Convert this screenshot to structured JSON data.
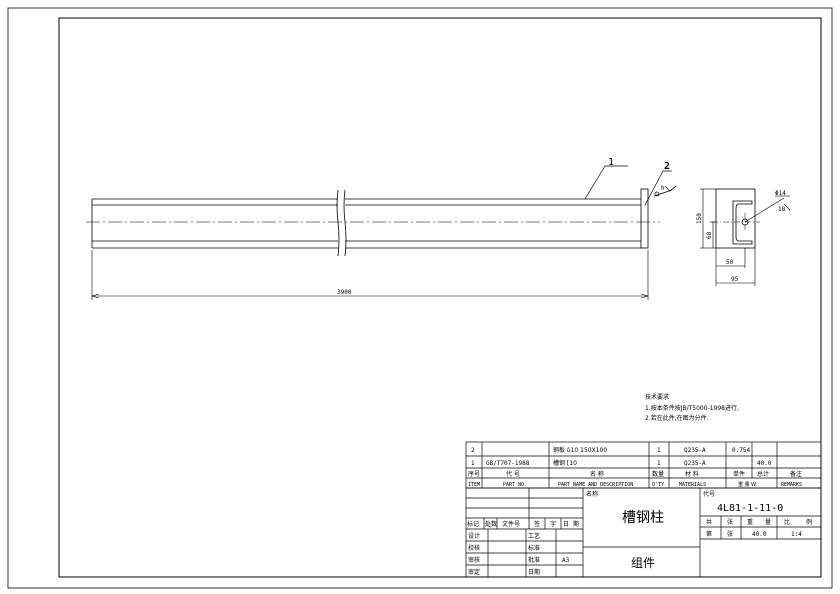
{
  "drawing": {
    "leaders": {
      "item1": "1",
      "item2": "2"
    },
    "dims": {
      "length": "3900",
      "rough": "h",
      "hole": "Φ14",
      "hole_sub": "18",
      "height_total": "150",
      "height_inner": "68",
      "width_hole": "50",
      "width_total": "95"
    }
  },
  "notes": {
    "title": "技术要求",
    "line1": "1.按本条件按JB/T5000-1998进行,",
    "line2": "2.若在此件,在图为分件."
  },
  "parts_list": {
    "row2": {
      "item": "2",
      "part": "",
      "desc": "钢板 δ10 150X100",
      "qty": "1",
      "material": "Q235-A",
      "unit_w": "0.754",
      "total_w": "",
      "remark": ""
    },
    "row1": {
      "item": "1",
      "part": "GB/T707-1988",
      "desc": "槽钢 [10",
      "qty": "1",
      "material": "Q235-A",
      "unit_w": "",
      "total_w": "40.0",
      "remark": ""
    },
    "hdr_cn": {
      "item": "序号",
      "part": "代 号",
      "desc": "名 称",
      "qty": "数量",
      "material": "材 料",
      "unit_w": "单件",
      "total_w": "总计",
      "remark": "备注"
    },
    "hdr_en": {
      "item": "ITEM",
      "part": "PART NO.",
      "desc": "PART NAME AND DESCRIPTION",
      "qty": "Q'TY",
      "material": "MATERIALS",
      "weight": "重 量 W.",
      "remark": "REMARKS"
    }
  },
  "title_block": {
    "name_label": "名称",
    "name": "槽钢柱",
    "code_label": "代号",
    "code": "4L81-1-11-0",
    "type": "组件",
    "rev_header": [
      "标记",
      "处数",
      "文件号",
      "签",
      "字",
      "日",
      "期"
    ],
    "stage_hdr": [
      "共",
      "张",
      "重",
      "量",
      "比",
      "例"
    ],
    "stage_row": [
      "第",
      "张",
      "40.0",
      "1:4"
    ],
    "roles": [
      "设计",
      "校核",
      "审核",
      "审定"
    ],
    "roles2": [
      "工艺",
      "标准",
      "批准",
      "日期"
    ],
    "sheet_size": "A3"
  }
}
